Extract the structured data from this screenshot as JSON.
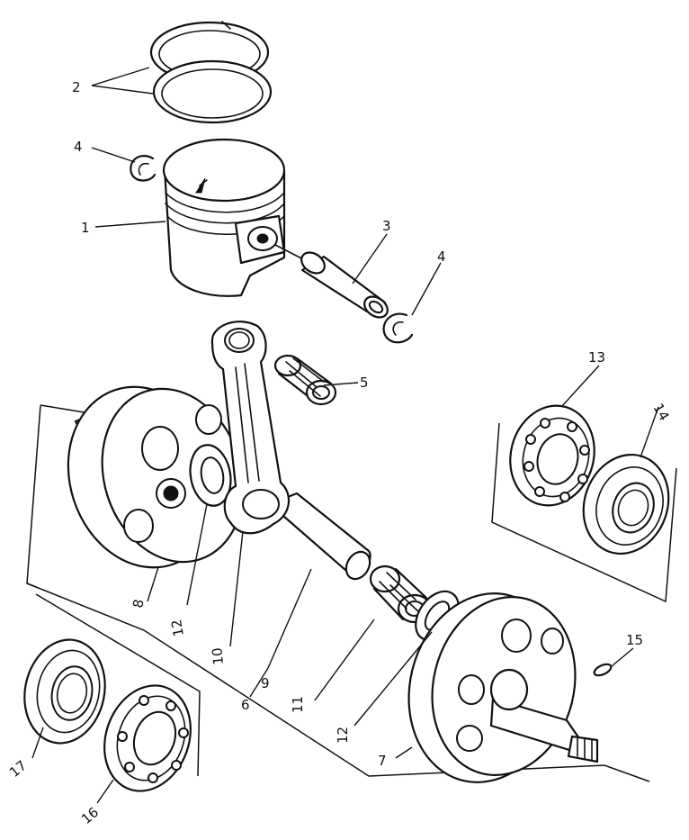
{
  "callouts": [
    {
      "id": "c1",
      "text": "1"
    },
    {
      "id": "c2",
      "text": "2"
    },
    {
      "id": "c3",
      "text": "3"
    },
    {
      "id": "c4a",
      "text": "4"
    },
    {
      "id": "c4b",
      "text": "4"
    },
    {
      "id": "c5",
      "text": "5"
    },
    {
      "id": "c6",
      "text": "6"
    },
    {
      "id": "c7",
      "text": "7"
    },
    {
      "id": "c8",
      "text": "8"
    },
    {
      "id": "c9",
      "text": "9"
    },
    {
      "id": "c10",
      "text": "10"
    },
    {
      "id": "c11",
      "text": "11"
    },
    {
      "id": "c12a",
      "text": "12"
    },
    {
      "id": "c12b",
      "text": "12"
    },
    {
      "id": "c13",
      "text": "13"
    },
    {
      "id": "c14",
      "text": "14"
    },
    {
      "id": "c15",
      "text": "15"
    },
    {
      "id": "c16",
      "text": "16"
    },
    {
      "id": "c17",
      "text": "17"
    }
  ]
}
